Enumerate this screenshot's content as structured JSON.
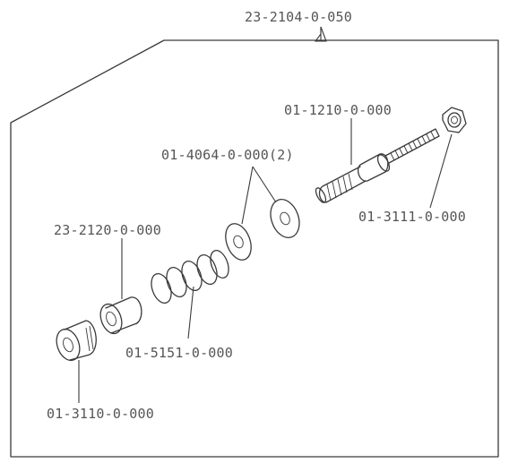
{
  "assembly_label": "23-2104-0-050",
  "parts": {
    "stud": "01-1210-0-000",
    "washers": "01-4064-0-000(2)",
    "nut_small": "01-3111-0-000",
    "bushing": "23-2120-0-000",
    "spring": "01-5151-0-000",
    "nut_large": "01-3110-0-000"
  }
}
